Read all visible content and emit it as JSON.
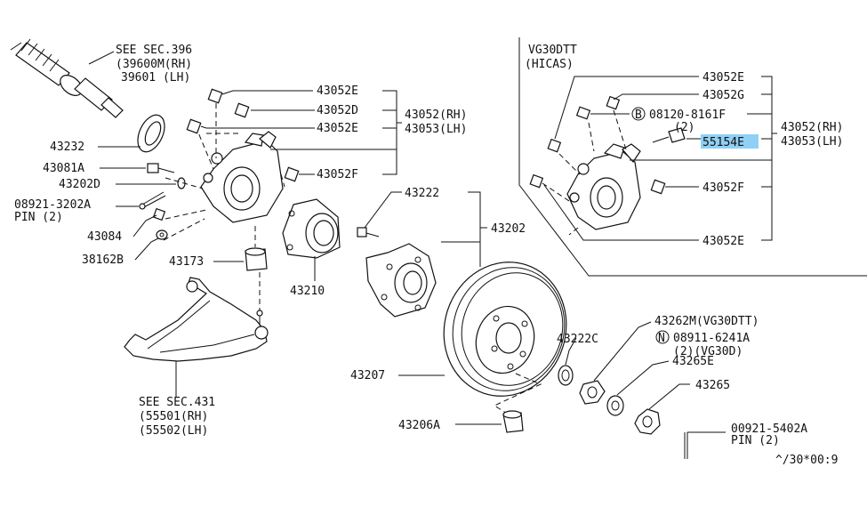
{
  "highlight_color": "#8fd0f5",
  "refs": {
    "see396": "SEE SEC.396",
    "see396_rh": "(39600M(RH)",
    "see396_lh": "39601 (LH)",
    "see431": "SEE SEC.431",
    "see431_rh": "(55501(RH)",
    "see431_lh": "(55502(LH)"
  },
  "labels": {
    "p43052E_a": "43052E",
    "p43052D": "43052D",
    "p43052E_b": "43052E",
    "p43052F": "43052F",
    "p43052RH": "43052(RH)",
    "p43053LH": "43053(LH)",
    "p43232": "43232",
    "p43081A": "43081A",
    "p43202D": "43202D",
    "p08921": "08921-3202A",
    "pin2a": "PIN (2)",
    "p43084": "43084",
    "p38162B": "38162B",
    "p43173": "43173",
    "p43210": "43210",
    "p43222": "43222",
    "p43202": "43202",
    "p43207": "43207",
    "p43206A": "43206A",
    "p43222C": "43222C",
    "p43262M": "43262M(VG30DTT)",
    "n_circle": "N",
    "p08911": "08911-6241A",
    "p08911_qty": "(2)(VG30D)",
    "p43265E": "43265E",
    "p43265": "43265",
    "p00921": "00921-5402A",
    "pin2b": "PIN (2)",
    "footer": "^/30*00:9"
  },
  "inset": {
    "title1": "VG30DTT",
    "title2": "(HICAS)",
    "p43052E_a": "43052E",
    "p43052G": "43052G",
    "b_circle": "B",
    "p08120": "08120-8161F",
    "p08120_qty": "(2)",
    "p55154E": "55154E",
    "p43052F": "43052F",
    "p43052E_b": "43052E",
    "p43052RH": "43052(RH)",
    "p43053LH": "43053(LH)"
  }
}
